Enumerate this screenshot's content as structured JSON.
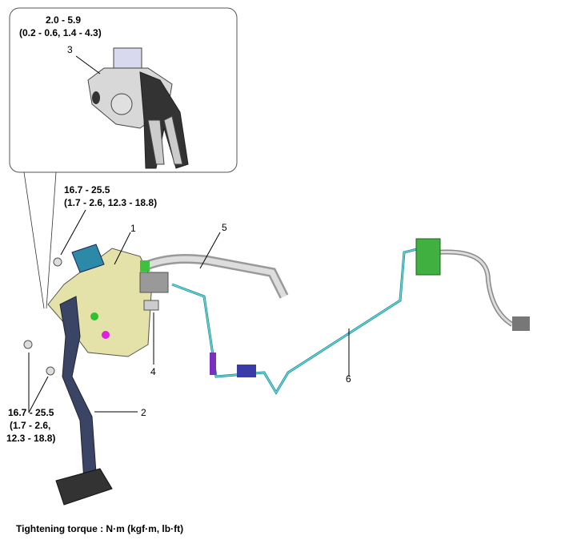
{
  "inset": {
    "torque": "2.0 - 5.9",
    "torque_alt": "(0.2 - 0.6, 1.4 - 4.3)",
    "part_number": "3"
  },
  "callouts": {
    "top_bolt_torque": "16.7 - 25.5",
    "top_bolt_torque_alt": "(1.7 - 2.6, 12.3 - 18.8)",
    "lower_bolt_torque": "16.7 - 25.5",
    "lower_bolt_torque_alt_1": "(1.7 - 2.6,",
    "lower_bolt_torque_alt_2": "12.3 - 18.8)",
    "part_1": "1",
    "part_2": "2",
    "part_4": "4",
    "part_5": "5",
    "part_6": "6"
  },
  "footer": "Tightening torque : N·m (kgf·m, lb·ft)",
  "colors": {
    "bracket": "#e4e2a8",
    "pedal": "#3a4566",
    "tube": "#40c0c8",
    "clip": "#7a2fc0",
    "pipe": "#b8b8b8",
    "green": "#40c040"
  }
}
